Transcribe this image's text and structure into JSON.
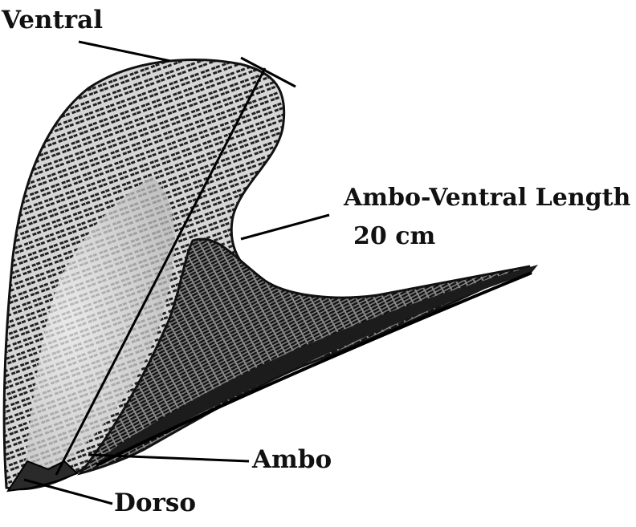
{
  "labels": {
    "ventral": "Ventral",
    "ambo_ventral_length": "Ambo-Ventral Length",
    "ambo_ventral_value": "20 cm",
    "ambo": "Ambo",
    "dorso": "Dorso"
  },
  "colors": {
    "ink": "#111111",
    "shell_dark": "#1a1a1a",
    "shell_mid": "#6b6b6b",
    "shell_light": "#d9d9d9",
    "background": "#ffffff"
  }
}
